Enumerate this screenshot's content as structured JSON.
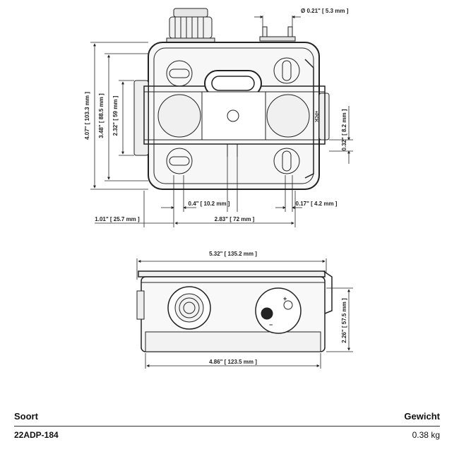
{
  "top_view": {
    "dim_fitting_dia": "Ø 0.21\" [ 5.3 mm ]",
    "dim_height_total": "4.07\" [ 103.3 mm ]",
    "dim_height_mount": "3.48\" [ 88.5 mm ]",
    "dim_height_inner": "2.32\" [ 59 mm ]",
    "dim_right_offset": "0.32\" [ 8.2 mm ]",
    "dim_slot_left": "0.4\" [ 10.2 mm ]",
    "dim_slot_right": "0.17\" [ 4.2 mm ]",
    "dim_side_offset": "1.01\" [ 25.7 mm ]",
    "dim_width_center": "2.83\" [ 72 mm ]",
    "side_mark": "+PCK"
  },
  "front_view": {
    "dim_width_total": "5.32\" [ 135.2 mm ]",
    "dim_height": "2.26\" [ 57.5 mm ]",
    "dim_width_base": "4.86\" [ 123.5 mm ]",
    "polarity_plus": "+",
    "polarity_minus": "−"
  },
  "spec_table": {
    "col_type": "Soort",
    "col_weight": "Gewicht",
    "rows": [
      {
        "type": "22ADP-184",
        "weight": "0.38 kg"
      }
    ]
  }
}
